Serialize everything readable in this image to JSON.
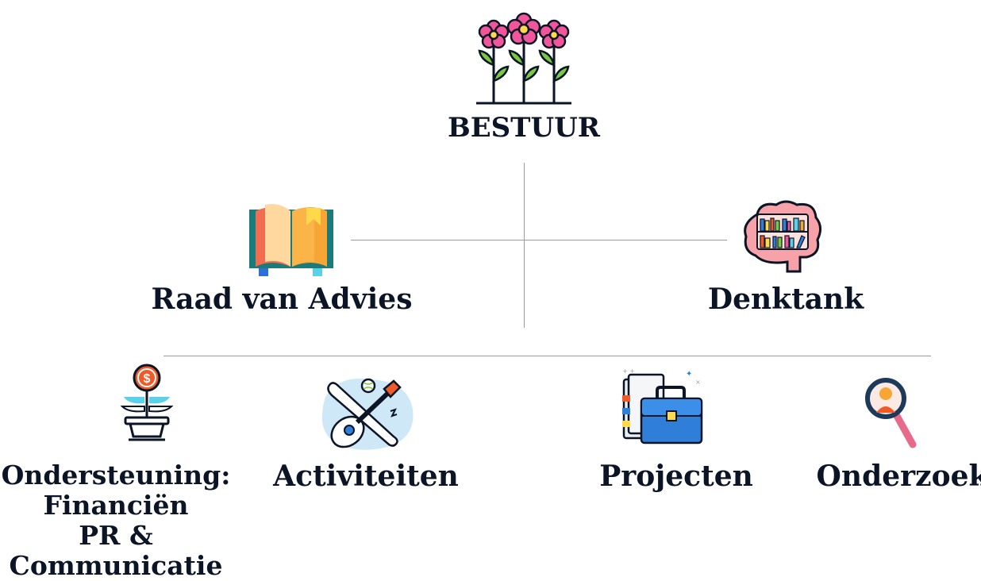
{
  "org": {
    "top": {
      "label": "BESTUUR",
      "icon": "flowers-icon"
    },
    "middle_left": {
      "label": "Raad van Advies",
      "icon": "book-icon"
    },
    "middle_right": {
      "label": "Denktank",
      "icon": "brain-bookshelf-icon"
    },
    "bottom": [
      {
        "lines": [
          "Ondersteuning:",
          "Financiën",
          "PR &",
          "Communicatie"
        ],
        "icon": "money-plant-icon"
      },
      {
        "label": "Activiteiten",
        "icon": "guitar-bat-icon"
      },
      {
        "label": "Projecten",
        "icon": "briefcase-icon"
      },
      {
        "label": "Onderzoek",
        "icon": "magnifier-person-icon"
      }
    ]
  },
  "colors": {
    "text": "#0b1526",
    "line": "#9a9a9a",
    "flower_pink": "#f2569a",
    "leaf_green": "#7ac943",
    "book_teal": "#1b7a7a",
    "book_orange": "#f7a535",
    "brain_pink": "#f7a1a8",
    "coin_orange": "#f05a28",
    "leaf_cyan": "#5ad1e8",
    "case_blue": "#2f7fd8",
    "lens_navy": "#1d3a5a"
  }
}
